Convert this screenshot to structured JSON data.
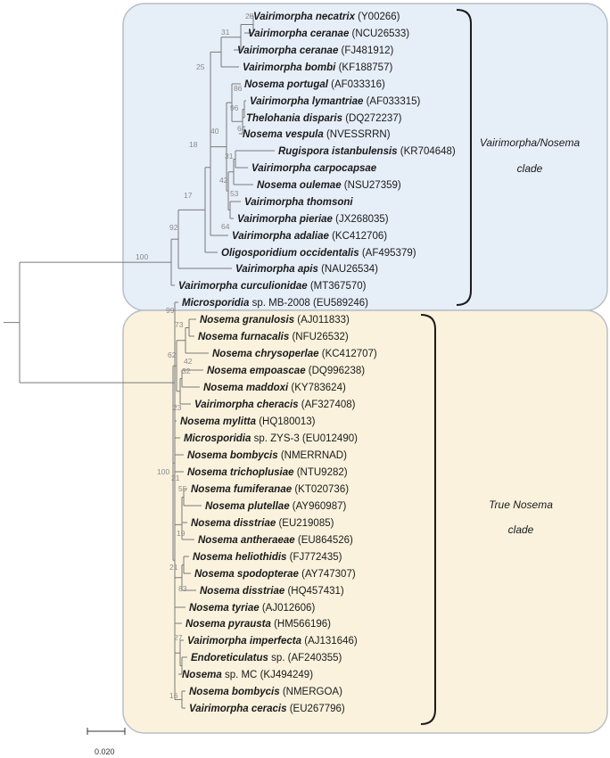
{
  "clades": [
    {
      "line1": "Vairimorpha/Nosema",
      "line2": "clade",
      "fill": "#e6eef8",
      "stroke": "#b8bec6"
    },
    {
      "line1": "True Nosema",
      "line2": "clade",
      "fill": "#faf2dd",
      "stroke": "#b8bec6"
    }
  ],
  "scale_bar_label": "0.020",
  "colors": {
    "branch": "#7a7a7a",
    "bracket": "#1a1a1a",
    "bootstrap": "#8a8a8a"
  },
  "taxa": [
    {
      "species": "Vairimorpha necatrix",
      "acc": "(Y00266)"
    },
    {
      "species": "Vairimorpha ceranae",
      "acc": "(NCU26533)"
    },
    {
      "species": "Vairimorpha ceranae",
      "acc": "(FJ481912)"
    },
    {
      "species": "Vairimorpha bombi",
      "acc": "(KF188757)"
    },
    {
      "species": "Nosema portugal",
      "acc": "(AF033316)"
    },
    {
      "species": "Vairimorpha lymantriae",
      "acc": "(AF033315)"
    },
    {
      "species": "Thelohania disparis",
      "acc": "(DQ272237)"
    },
    {
      "species": "Nosema vespula",
      "acc": "(NVESSRRN)"
    },
    {
      "species": "Rugispora istanbulensis",
      "acc": "(KR704648)"
    },
    {
      "species": "Vairimorpha carpocapsae",
      "acc": ""
    },
    {
      "species": "Nosema oulemae",
      "acc": "(NSU27359)"
    },
    {
      "species": "Vairimorpha thomsoni",
      "acc": ""
    },
    {
      "species": "Vairimorpha pieriae",
      "acc": "(JX268035)"
    },
    {
      "species": "Vairimorpha adaliae",
      "acc": "(KC412706)"
    },
    {
      "species": "Oligosporidium occidentalis",
      "acc": "(AF495379)"
    },
    {
      "species": "Vairimorpha apis",
      "acc": "(NAU26534)"
    },
    {
      "species": "Vairimorpha curculionidae",
      "acc": "(MT367570)"
    },
    {
      "species": "Microsporidia",
      "plain": " sp. MB-2008",
      "acc": "(EU589246)"
    },
    {
      "species": "Nosema granulosis",
      "acc": "(AJ011833)"
    },
    {
      "species": "Nosema furnacalis",
      "acc": "(NFU26532)"
    },
    {
      "species": "Nosema chrysoperlae",
      "acc": "(KC412707)"
    },
    {
      "species": "Nosema empoascae",
      "acc": "(DQ996238)"
    },
    {
      "species": "Nosema maddoxi",
      "acc": "(KY783624)"
    },
    {
      "species": "Vairimorpha cheracis",
      "acc": "(AF327408)"
    },
    {
      "species": "Nosema mylitta",
      "acc": "(HQ180013)"
    },
    {
      "species": "Microsporidia",
      "plain": " sp. ZYS-3",
      "acc": "(EU012490)"
    },
    {
      "species": "Nosema bombycis",
      "acc": "(NMERRNAD)"
    },
    {
      "species": "Nosema trichoplusiae",
      "acc": "(NTU9282)"
    },
    {
      "species": "Nosema fumiferanae",
      "acc": "(KT020736)"
    },
    {
      "species": "Nosema plutellae",
      "acc": "(AY960987)"
    },
    {
      "species": "Nosema disstriae",
      "acc": "(EU219085)"
    },
    {
      "species": "Nosema antheraeae",
      "acc": "(EU864526)"
    },
    {
      "species": "Nosema heliothidis",
      "acc": "(FJ772435)"
    },
    {
      "species": "Nosema spodopterae",
      "acc": "(AY747307)"
    },
    {
      "species": "Nosema disstriae",
      "acc": "(HQ457431)"
    },
    {
      "species": "Nosema tyriae",
      "acc": "(AJ012606)"
    },
    {
      "species": "Nosema pyrausta",
      "acc": "(HM566196)"
    },
    {
      "species": "Vairimorpha imperfecta",
      "acc": "(AJ131646)"
    },
    {
      "species": "Endoreticulatus",
      "plain": " sp.",
      "acc": "(AF240355)"
    },
    {
      "species": "Nosema",
      "plain": " sp. MC",
      "acc": "(KJ494249)"
    },
    {
      "species": "Nosema bombycis",
      "acc": "(NMERGOA)"
    },
    {
      "species": "Vairimorpha ceracis",
      "acc": "(EU267796)"
    }
  ],
  "bootstraps": [
    "28",
    "31",
    "25",
    "86",
    "96",
    "64",
    "40",
    "31",
    "42",
    "53",
    "18",
    "64",
    "17",
    "92",
    "100",
    "99",
    "73",
    "62",
    "42",
    "32",
    "23",
    "100",
    "21",
    "55",
    "19",
    "21",
    "83",
    "27",
    "16"
  ]
}
